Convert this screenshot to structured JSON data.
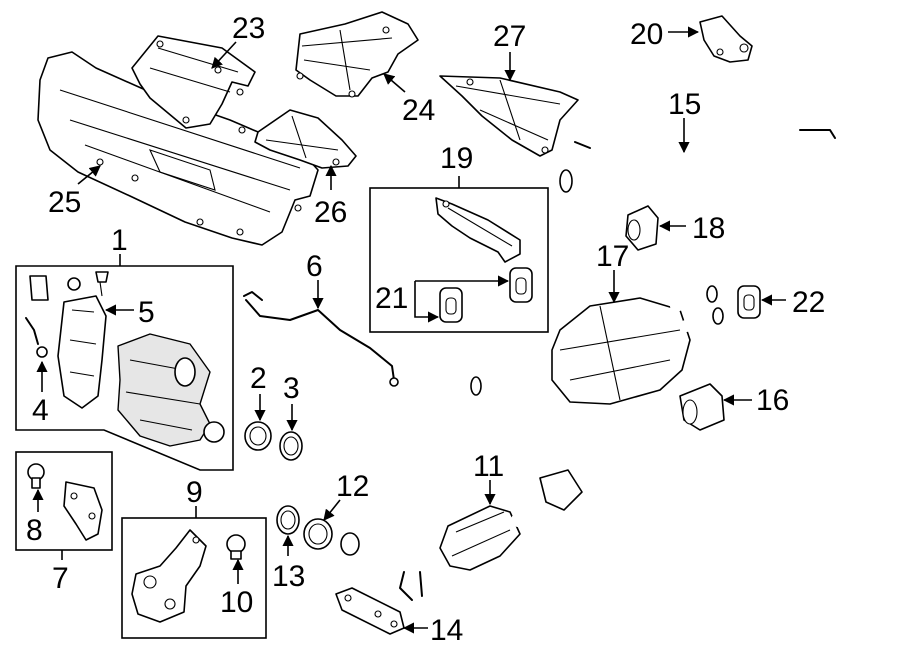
{
  "callouts": {
    "c1": "1",
    "c2": "2",
    "c3": "3",
    "c4": "4",
    "c5": "5",
    "c6": "6",
    "c7": "7",
    "c8": "8",
    "c9": "9",
    "c10": "10",
    "c11": "11",
    "c12": "12",
    "c13": "13",
    "c14": "14",
    "c15": "15",
    "c16": "16",
    "c17": "17",
    "c18": "18",
    "c19": "19",
    "c20": "20",
    "c21": "21",
    "c22": "22",
    "c23": "23",
    "c24": "24",
    "c25": "25",
    "c26": "26",
    "c27": "27"
  },
  "colors": {
    "line": "#000000",
    "background": "#ffffff",
    "shade": "#e6e6e6"
  }
}
